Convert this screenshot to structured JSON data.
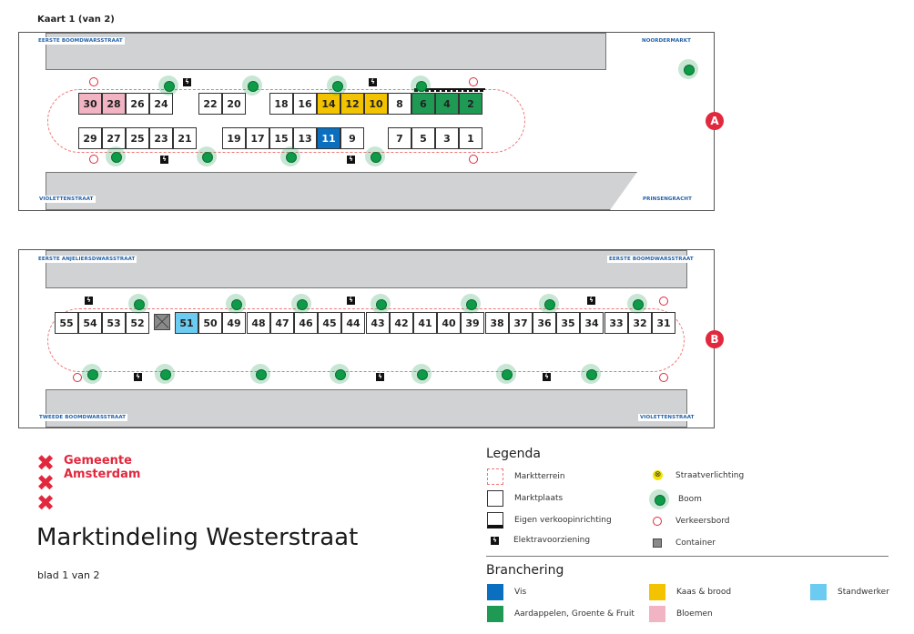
{
  "map_title": "Kaart 1 (van 2)",
  "section_a": {
    "marker": "A",
    "streets": {
      "top_left": "EERSTE BOOMDWARSSTRAAT",
      "top_right": "NOORDERMARKT",
      "bottom_left": "VIOLETTENSTRAAT",
      "bottom_right": "PRINSENGRACHT"
    },
    "top_row": [
      {
        "n": "30",
        "c": "pink"
      },
      {
        "n": "28",
        "c": "pink"
      },
      {
        "n": "26",
        "c": ""
      },
      {
        "n": "24",
        "c": ""
      },
      {
        "n": "22",
        "c": ""
      },
      {
        "n": "20",
        "c": ""
      },
      {
        "n": "18",
        "c": ""
      },
      {
        "n": "16",
        "c": ""
      },
      {
        "n": "14",
        "c": "yellow"
      },
      {
        "n": "12",
        "c": "yellow"
      },
      {
        "n": "10",
        "c": "yellow"
      },
      {
        "n": "8",
        "c": ""
      },
      {
        "n": "6",
        "c": "green"
      },
      {
        "n": "4",
        "c": "green"
      },
      {
        "n": "2",
        "c": "green"
      }
    ],
    "bottom_row": [
      {
        "n": "29",
        "c": ""
      },
      {
        "n": "27",
        "c": ""
      },
      {
        "n": "25",
        "c": ""
      },
      {
        "n": "23",
        "c": ""
      },
      {
        "n": "21",
        "c": ""
      },
      {
        "n": "19",
        "c": ""
      },
      {
        "n": "17",
        "c": ""
      },
      {
        "n": "15",
        "c": ""
      },
      {
        "n": "13",
        "c": ""
      },
      {
        "n": "11",
        "c": "blue"
      },
      {
        "n": "9",
        "c": ""
      },
      {
        "n": "7",
        "c": ""
      },
      {
        "n": "5",
        "c": ""
      },
      {
        "n": "3",
        "c": ""
      },
      {
        "n": "1",
        "c": ""
      }
    ]
  },
  "section_b": {
    "marker": "B",
    "streets": {
      "top_left": "EERSTE ANJELIERSDWARSSTRAAT",
      "top_right": "EERSTE BOOMDWARSSTRAAT",
      "bottom_left": "TWEEDE BOOMDWARSSTRAAT",
      "bottom_right": "VIOLETTENSTRAAT"
    },
    "row": [
      {
        "n": "55",
        "c": ""
      },
      {
        "n": "54",
        "c": ""
      },
      {
        "n": "53",
        "c": ""
      },
      {
        "n": "52",
        "c": ""
      },
      {
        "n": "51",
        "c": "lightblue"
      },
      {
        "n": "50",
        "c": ""
      },
      {
        "n": "49",
        "c": ""
      },
      {
        "n": "48",
        "c": ""
      },
      {
        "n": "47",
        "c": ""
      },
      {
        "n": "46",
        "c": ""
      },
      {
        "n": "45",
        "c": ""
      },
      {
        "n": "44",
        "c": ""
      },
      {
        "n": "43",
        "c": ""
      },
      {
        "n": "42",
        "c": ""
      },
      {
        "n": "41",
        "c": ""
      },
      {
        "n": "40",
        "c": ""
      },
      {
        "n": "39",
        "c": ""
      },
      {
        "n": "38",
        "c": ""
      },
      {
        "n": "37",
        "c": ""
      },
      {
        "n": "36",
        "c": ""
      },
      {
        "n": "35",
        "c": ""
      },
      {
        "n": "34",
        "c": ""
      },
      {
        "n": "33",
        "c": ""
      },
      {
        "n": "32",
        "c": ""
      },
      {
        "n": "31",
        "c": ""
      }
    ]
  },
  "logo": {
    "line1": "Gemeente",
    "line2": "Amsterdam",
    "cross": "✖"
  },
  "title": "Marktindeling Westerstraat",
  "sheet": "blad 1 van 2",
  "legend": {
    "heading": "Legenda",
    "items": {
      "marktterrein": "Marktterrein",
      "marktplaats": "Marktplaats",
      "eigen": "Eigen verkoopinrichting",
      "elektra": "Elektravoorziening",
      "straatverlichting": "Straatverlichting",
      "boom": "Boom",
      "verkeersbord": "Verkeersbord",
      "container": "Container"
    },
    "elec_glyph": "ϟ",
    "light_glyph": "⊗"
  },
  "branchering": {
    "heading": "Branchering",
    "items": [
      {
        "label": "Vis",
        "color": "#0b6fc0"
      },
      {
        "label": "Kaas & brood",
        "color": "#f3c300"
      },
      {
        "label": "Standwerker",
        "color": "#6ccbf0"
      },
      {
        "label": "Aardappelen, Groente & Fruit",
        "color": "#1f9a55"
      },
      {
        "label": "Bloemen",
        "color": "#f2b3c3"
      }
    ]
  }
}
